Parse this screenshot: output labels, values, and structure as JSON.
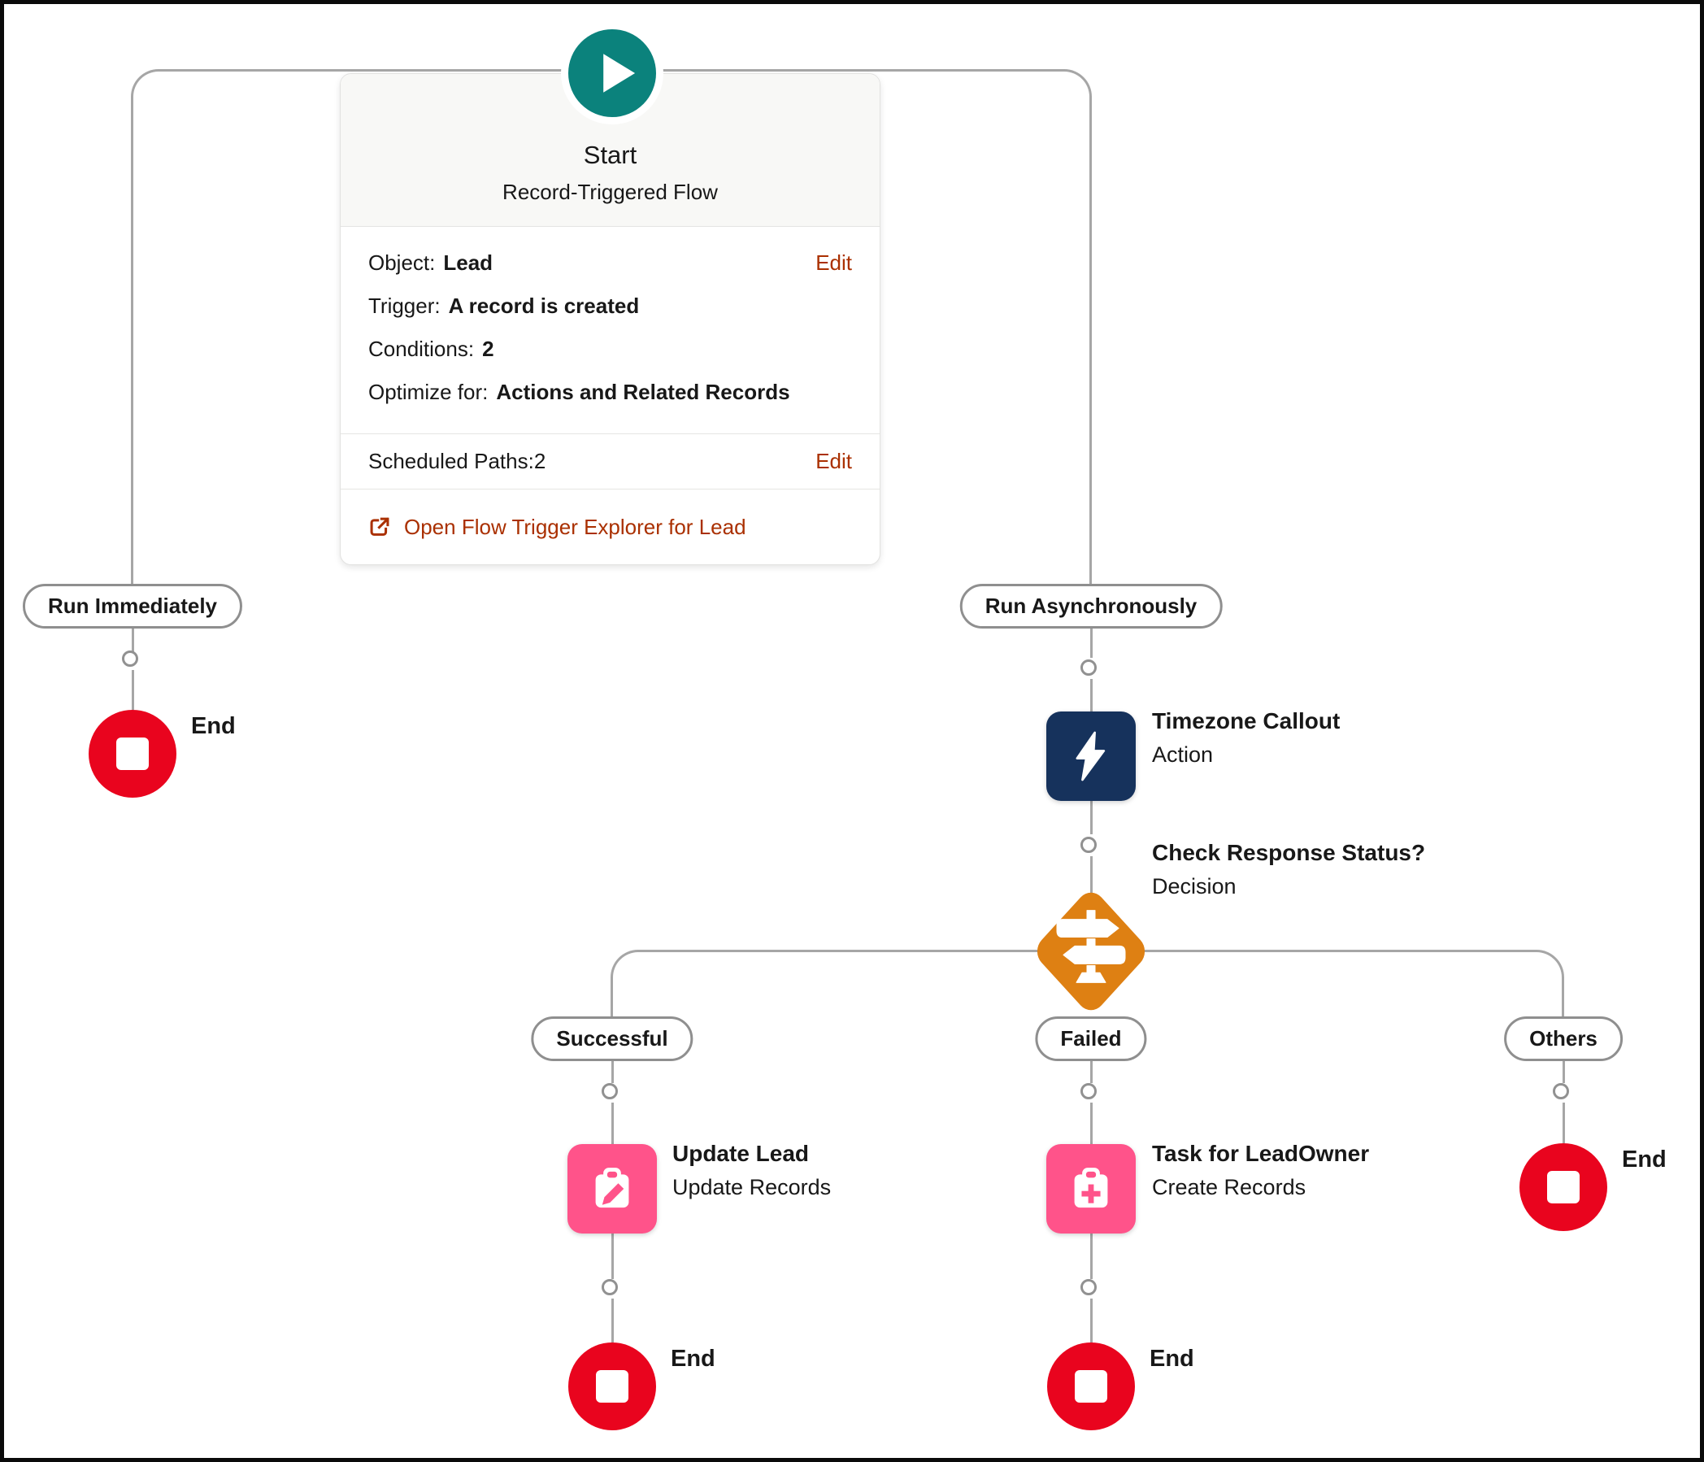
{
  "colors": {
    "start_teal": "#0b827c",
    "end_red": "#e9041e",
    "action_navy": "#16325c",
    "record_pink": "#ff538a",
    "decision_orange": "#de8013",
    "link_rust": "#aa3001",
    "connector_gray": "#a6a6a6",
    "text": "#181818"
  },
  "start": {
    "title": "Start",
    "subtitle": "Record-Triggered Flow",
    "fields": [
      {
        "label": "Object:",
        "value": "Lead"
      },
      {
        "label": "Trigger:",
        "value": "A record is created"
      },
      {
        "label": "Conditions:",
        "value": "2"
      },
      {
        "label": "Optimize for:",
        "value": "Actions and Related Records"
      }
    ],
    "edit": "Edit",
    "scheduled": {
      "label": "Scheduled Paths:",
      "value": "2",
      "edit": "Edit"
    },
    "explorer": "Open Flow Trigger Explorer for Lead"
  },
  "paths": {
    "immediate": "Run Immediately",
    "async": "Run Asynchronously"
  },
  "action": {
    "title": "Timezone Callout",
    "subtitle": "Action"
  },
  "decision": {
    "title": "Check Response Status?",
    "subtitle": "Decision"
  },
  "outcomes": {
    "successful": "Successful",
    "failed": "Failed",
    "others": "Others"
  },
  "update": {
    "title": "Update Lead",
    "subtitle": "Update Records"
  },
  "create": {
    "title": "Task for LeadOwner",
    "subtitle": "Create Records"
  },
  "end_label": "End"
}
